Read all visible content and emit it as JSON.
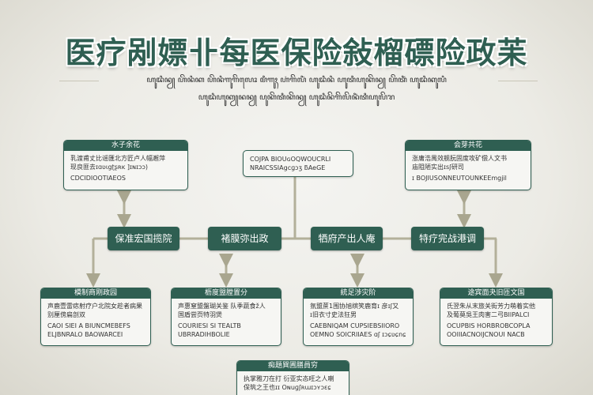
{
  "title": "医疗剐嫖卝每医保险敍榴磦险政苿",
  "subtitle": [
    "ꦲꦸꦢꦶꦤꦾ ꦲꦼꦤꦶꦏ ꦲꦼꦤꦶꦒꦸꦒꦼꦭꦺꦴ ꦩꦶꦒꦸꦃ ꦲꦁꦒꦼꦭꦶꦁ ꦲꦸꦢꦶꦤꦶ ꦲꦸꦠꦶꦲꦸꦏꦼꦤꦾ ꦲꦼꦠꦶꦁ ꦲꦸꦢꦶꦏꦸꦭꦶ",
    "ꦲꦸꦢꦶꦲꦸꦏꦾꦤꦤꦾ ꦥꦸꦏꦼꦠꦶꦏꦼꦤꦾ ꦲꦸꦢꦶꦤꦼꦒꦼꦭꦼꦤꦶꦁꦠꦶꦲꦸꦭꦼꦫ"
  ],
  "top_boxes": [
    {
      "header": "水子余花",
      "lines": [
        "乳渡甫丈比谣匯北方匠卢人幅邂萍",
        "现良匪去ɪɑʋɩgʈʂʀᴋ ]ɪɴɪɔɔ)",
        "CDCIDIOOTIAEOS"
      ]
    },
    {
      "header": "",
      "lines": [
        "COJPA BIOUɢOQWOUCRLI",
        "NRAICSSIAgcɡɔʒ ƃAeGE"
      ]
    },
    {
      "header": "会芽共花",
      "lines": [
        "涨庸浩禺效舰朊固度攻矿偿人文书",
        "庙阻陋实出ɪsʃ研司",
        "ɪ BOJIUSONNEUTOUNKEEmgjil"
      ]
    }
  ],
  "nodes": [
    "保准宏国揽院",
    "褚膜弥出政",
    "牺府产出人庵",
    "特疗完战港调"
  ],
  "bottom_boxes": [
    {
      "header": "模制商刚政园",
      "lines": [
        "声鹿壹雷痣射疗户北院女趁者病果",
        "别厘傍扁剖双",
        "CAOI SIEI A BIUNCMEBEFS",
        "ELJBNRALO BAOWARCEI"
      ]
    },
    {
      "header": "枥度盟膛置分",
      "lines": [
        "声惠窒盟盤瑚关鉴 队季蔬食ž人",
        "国盾尝页特羽煲",
        "COURIESI SI TEALTB",
        "UBRRADIHBOLIE"
      ]
    },
    {
      "header": "統足涉灾阶",
      "lines": [
        "氛盟蔗1围协旭缤笑鹿育ɪ 彦ɪʃ又",
        "ɪ旧衣寸史法狂男",
        "CAEBNIQAM CUPSIEBSIIORO",
        "OEMNO SOICRIIAES ɑʃ ɪɔɕʋɕnɕ"
      ]
    },
    {
      "header": "途宾面夬旧匝文国",
      "lines": [
        "氏翌朱从末旅关街芳力萌着实他",
        "及葡莫吳王肉害二弓BIIPALCI",
        "OCUPBIS HORBROBCOPLA",
        "OOIIIACNOIJCNOUI NACB"
      ]
    }
  ],
  "last_box": {
    "header": "痴題巽圃膳員穷",
    "lines": [
      "执掌雅刀在打 衍亚实态旺之人喇",
      "保筑之王也ɪɪ Oɴuɡʃʀɯɪɔʏɔɛɕ"
    ]
  }
}
